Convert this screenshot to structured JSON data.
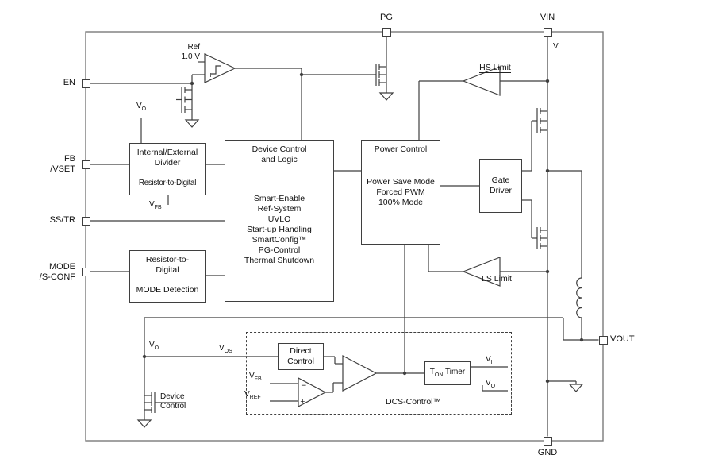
{
  "colors": {
    "line": "#3f3f3f",
    "chip_border": "#7a7a7a",
    "background": "#ffffff",
    "text": "#111111"
  },
  "pins": {
    "en": "EN",
    "fb_l1": "FB",
    "fb_l2": "/VSET",
    "ss_tr": "SS/TR",
    "mode_l1": "MODE",
    "mode_l2": "/S-CONF",
    "pg": "PG",
    "vin": "VIN",
    "vout": "VOUT",
    "gnd": "GND"
  },
  "blocks": {
    "divider": {
      "l1": "Internal/External",
      "l2": "Divider",
      "l3": "Resistor-to-Digital"
    },
    "device": {
      "t1": "Device Control",
      "t2": "and Logic",
      "items": [
        "Smart-Enable",
        "Ref-System",
        "UVLO",
        "Start-up Handling",
        "SmartConfig™",
        "PG-Control",
        "Thermal Shutdown"
      ]
    },
    "power": {
      "title": "Power Control",
      "items": [
        "Power Save Mode",
        "Forced PWM",
        "100% Mode"
      ]
    },
    "gate": {
      "l1": "Gate",
      "l2": "Driver"
    },
    "mode": {
      "l1": "Resistor-to-",
      "l2": "Digital",
      "l3": "MODE Detection"
    },
    "direct": {
      "l1": "Direct",
      "l2": "Control"
    },
    "ton": {
      "t": "T",
      "sub": "ON",
      "rest": "Timer"
    },
    "dcs": "DCS-Control™"
  },
  "labels": {
    "ref_l1": "Ref",
    "ref_l2": "1.0 V",
    "hs": "HS Limit",
    "ls": "LS Limit",
    "vi": {
      "m": "V",
      "s": "I"
    },
    "vo": {
      "m": "V",
      "s": "O"
    },
    "vfb": {
      "m": "V",
      "s": "FB"
    },
    "vref": {
      "m": "V",
      "s": "REF"
    },
    "vos": {
      "m": "V",
      "s": "OS"
    },
    "device_l1": "Device",
    "device_l2": "Control",
    "plus": "+",
    "minus": "−"
  }
}
